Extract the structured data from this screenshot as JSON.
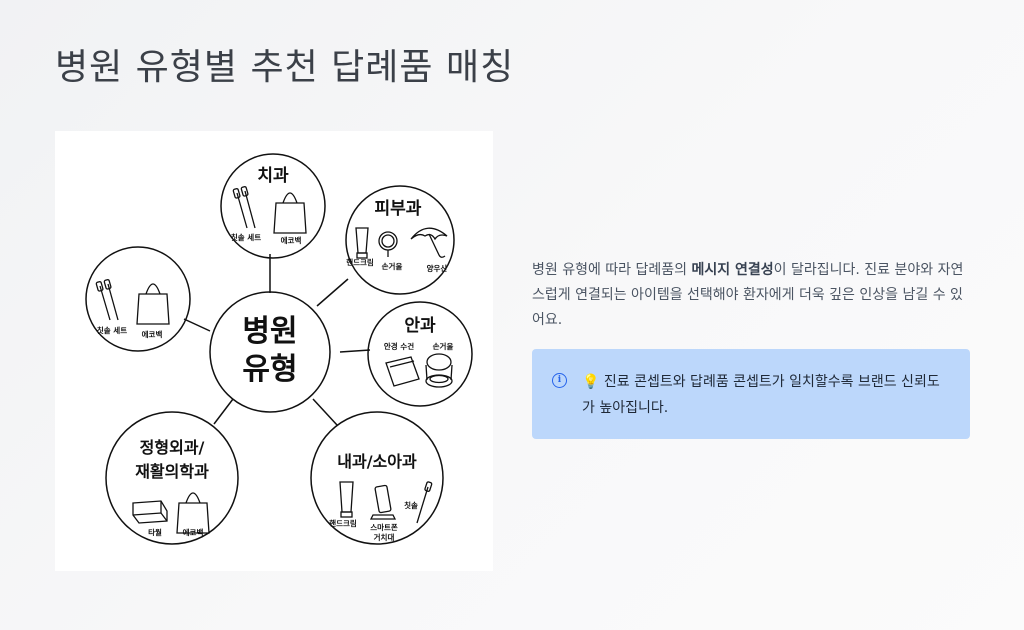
{
  "page": {
    "title": "병원 유형별 추천 답례품 매칭"
  },
  "diagram": {
    "center": {
      "line1": "병원",
      "line2": "유형"
    },
    "nodes": [
      {
        "title": "치과",
        "items": [
          "칫솔 세트",
          "에코백"
        ],
        "icons": [
          "toothbrush-icon",
          "tote-bag-icon"
        ]
      },
      {
        "title": "피부과",
        "items": [
          "핸드크림",
          "손거울",
          "양우산"
        ],
        "icons": [
          "hand-cream-icon",
          "hand-mirror-icon",
          "umbrella-icon"
        ]
      },
      {
        "title": "안과",
        "items": [
          "안경 수건",
          "손거울"
        ],
        "icons": [
          "glasses-cloth-icon",
          "compact-mirror-icon"
        ]
      },
      {
        "title": "내과/소아과",
        "items": [
          "핸드크림",
          "스마트폰",
          "거치대",
          "칫솔"
        ],
        "icons": [
          "hand-cream-icon",
          "phone-stand-icon",
          "toothbrush-icon"
        ]
      },
      {
        "title_line1": "정형외과/",
        "title_line2": "재활의학과",
        "items": [
          "타월",
          "에코백"
        ],
        "icons": [
          "towel-icon",
          "tote-bag-icon"
        ]
      },
      {
        "title": "",
        "items": [
          "칫솔 세트",
          "에코백"
        ],
        "icons": [
          "toothbrush-icon",
          "tote-bag-icon"
        ]
      }
    ]
  },
  "description": {
    "part1": "병원 유형에 따라 답례품의 ",
    "bold": "메시지 연결성",
    "part2": "이 달라집니다. 진료 분야와 자연스럽게 연결되는 아이템을 선택해야 환자에게 더욱 깊은 인상을 남길 수 있어요."
  },
  "callout": {
    "icon": "info-icon",
    "text": "💡 진료 콘셉트와 답례품 콘셉트가 일치할수록 브랜드 신뢰도가 높아집니다.",
    "accent": "#2563eb",
    "background": "#bcd7fb"
  }
}
